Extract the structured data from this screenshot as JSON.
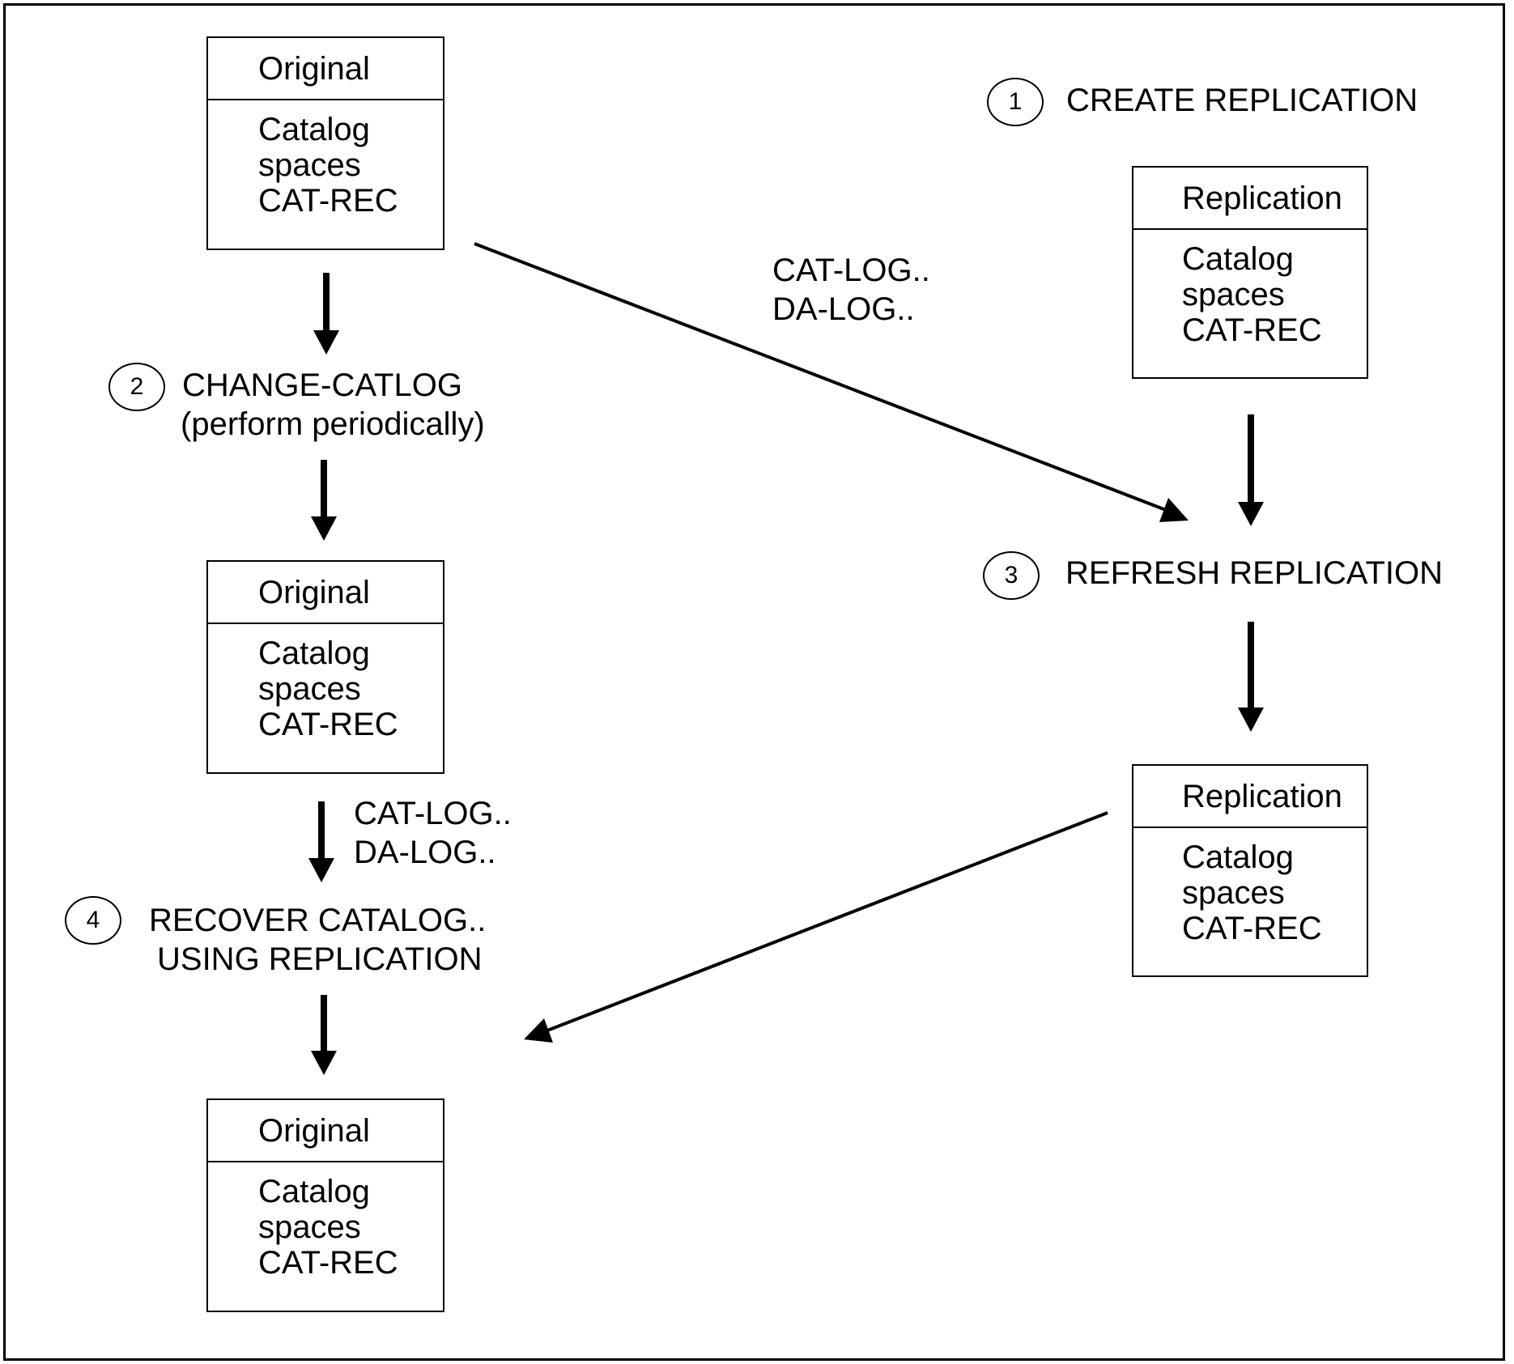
{
  "boxes": {
    "original_1": {
      "header": "Original",
      "lines": [
        "Catalog",
        "spaces",
        "CAT-REC"
      ]
    },
    "original_2": {
      "header": "Original",
      "lines": [
        "Catalog",
        "spaces",
        "CAT-REC"
      ]
    },
    "original_3": {
      "header": "Original",
      "lines": [
        "Catalog",
        "spaces",
        "CAT-REC"
      ]
    },
    "replication_1": {
      "header": "Replication",
      "lines": [
        "Catalog",
        "spaces",
        "CAT-REC"
      ]
    },
    "replication_2": {
      "header": "Replication",
      "lines": [
        "Catalog",
        "spaces",
        "CAT-REC"
      ]
    }
  },
  "steps": {
    "step_1": {
      "number": "1",
      "label": "CREATE REPLICATION"
    },
    "step_2": {
      "number": "2",
      "label": "CHANGE-CATLOG",
      "sublabel": "(perform periodically)"
    },
    "step_3": {
      "number": "3",
      "label": "REFRESH REPLICATION"
    },
    "step_4": {
      "number": "4",
      "label": "RECOVER CATALOG..",
      "sublabel": "USING REPLICATION"
    }
  },
  "log_labels": {
    "diagonal": {
      "line1": "CAT-LOG..",
      "line2": "DA-LOG.."
    },
    "vertical": {
      "line1": "CAT-LOG..",
      "line2": "DA-LOG.."
    }
  }
}
